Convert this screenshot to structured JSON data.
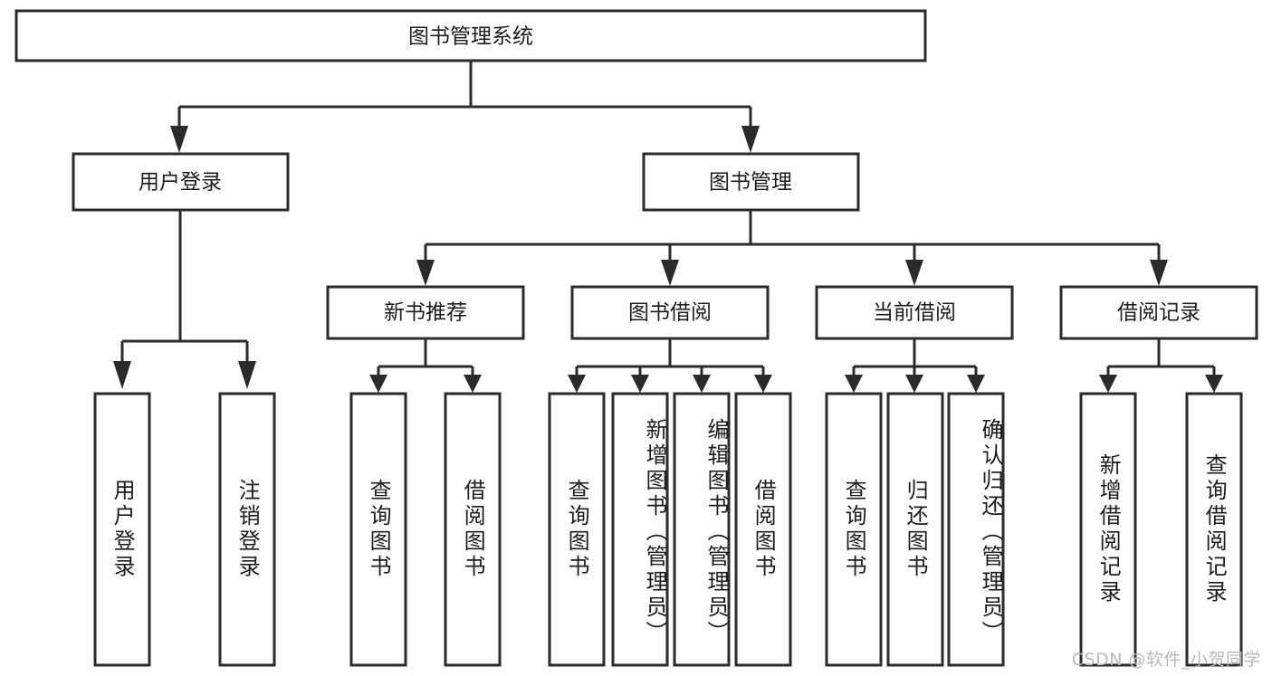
{
  "diagram": {
    "type": "tree",
    "title": "图书管理系统",
    "orientation": "top-down",
    "watermark": "CSDN @软件_小贺同学",
    "colors": {
      "stroke": "#2b2b2b",
      "fill": "#ffffff",
      "text": "#1c1c1c",
      "watermark": "#b9b9b9"
    },
    "root": {
      "label": "图书管理系统"
    },
    "level2": [
      {
        "label": "用户登录"
      },
      {
        "label": "图书管理"
      }
    ],
    "level3": [
      {
        "label": "新书推荐"
      },
      {
        "label": "图书借阅"
      },
      {
        "label": "当前借阅"
      },
      {
        "label": "借阅记录"
      }
    ],
    "leaves": {
      "user_login": [
        {
          "label": "用户登录"
        },
        {
          "label": "注销登录"
        }
      ],
      "new_book": [
        {
          "label": "查询图书"
        },
        {
          "label": "借阅图书"
        }
      ],
      "book_borrow": [
        {
          "label": "查询图书"
        },
        {
          "label": "新增图书（管理员）"
        },
        {
          "label": "编辑图书（管理员）"
        },
        {
          "label": "借阅图书"
        }
      ],
      "current_borrow": [
        {
          "label": "查询图书"
        },
        {
          "label": "归还图书"
        },
        {
          "label": "确认归还（管理员）"
        }
      ],
      "borrow_record": [
        {
          "label": "新增借阅记录"
        },
        {
          "label": "查询借阅记录"
        }
      ]
    }
  }
}
